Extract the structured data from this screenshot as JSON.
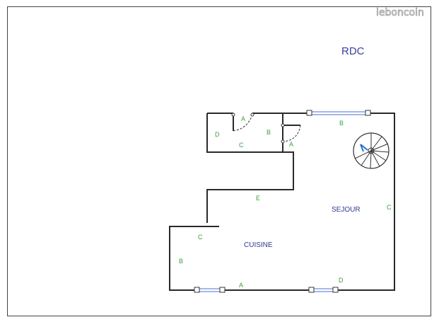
{
  "watermark": "leboncoin",
  "title": "RDC",
  "rooms": {
    "sejour": "SEJOUR",
    "cuisine": "CUISINE"
  },
  "wall_tags": {
    "a1": "A",
    "a2": "A",
    "a3": "A",
    "b1": "B",
    "b2": "B",
    "b3": "B",
    "c1": "C",
    "c2": "C",
    "c3": "C",
    "d1": "D",
    "d2": "D",
    "e1": "E"
  },
  "colors": {
    "room_label": "#2f3a8f",
    "wall_tag": "#3aa03a",
    "window": "#4a6fd0",
    "stair": "#2a6fd0"
  }
}
